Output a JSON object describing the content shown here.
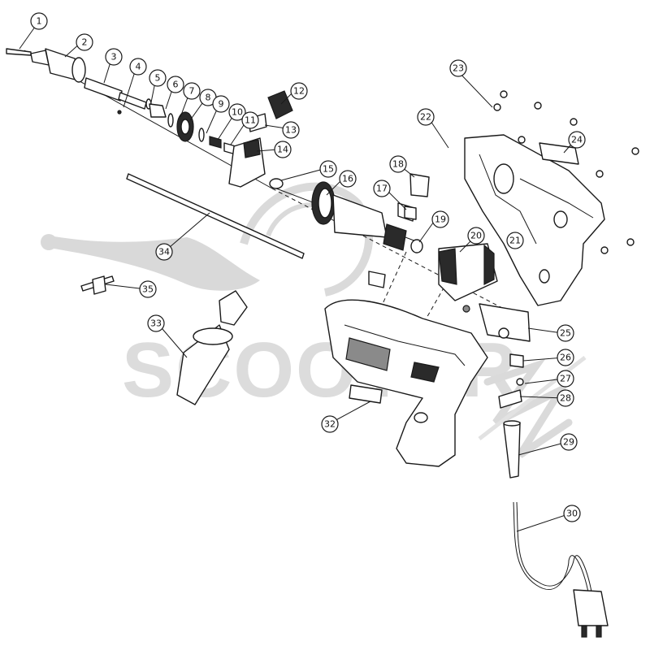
{
  "watermark": {
    "brand": "SCOOTER"
  },
  "callouts": [
    "1",
    "2",
    "3",
    "4",
    "5",
    "6",
    "7",
    "8",
    "9",
    "10",
    "11",
    "12",
    "13",
    "14",
    "15",
    "16",
    "17",
    "18",
    "19",
    "20",
    "21",
    "22",
    "23",
    "24",
    "25",
    "26",
    "27",
    "28",
    "29",
    "30",
    "32",
    "33",
    "34",
    "35"
  ]
}
